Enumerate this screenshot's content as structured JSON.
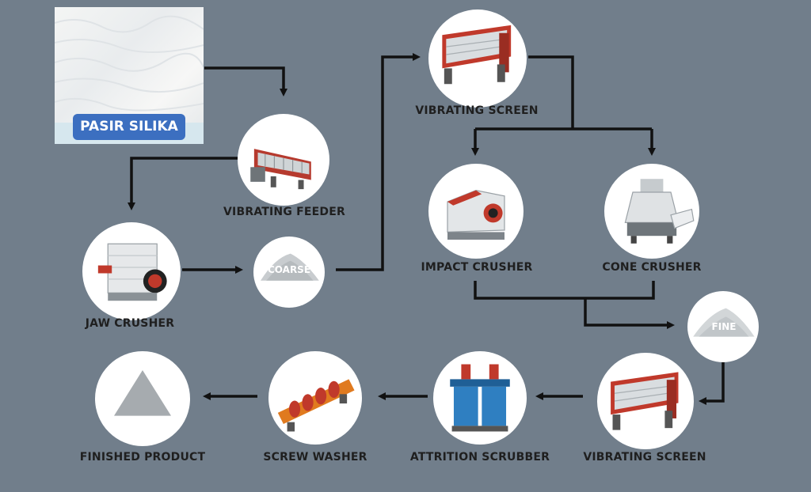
{
  "source": {
    "label": "PASIR SILIKA"
  },
  "nodes": {
    "vibrating_feeder": {
      "label": "VIBRATING FEEDER",
      "icon": "vibrating-feeder-machine"
    },
    "jaw_crusher": {
      "label": "JAW CRUSHER",
      "icon": "jaw-crusher-machine"
    },
    "coarse": {
      "label": "COARSE",
      "icon": "sand-pile"
    },
    "vibrating_screen_top": {
      "label": "VIBRATING SCREEN",
      "icon": "vibrating-screen-machine"
    },
    "impact_crusher": {
      "label": "IMPACT CRUSHER",
      "icon": "impact-crusher-machine"
    },
    "cone_crusher": {
      "label": "CONE CRUSHER",
      "icon": "cone-crusher-machine"
    },
    "fine": {
      "label": "FINE",
      "icon": "sand-pile"
    },
    "vibrating_screen_bottom": {
      "label": "VIBRATING SCREEN",
      "icon": "vibrating-screen-machine"
    },
    "attrition_scrubber": {
      "label": "ATTRITION SCRUBBER",
      "icon": "attrition-scrubber-machine"
    },
    "screw_washer": {
      "label": "SCREW WASHER",
      "icon": "screw-washer-machine"
    },
    "finished_product": {
      "label": "FINISHED PRODUCT",
      "icon": "triangle-pile"
    }
  },
  "colors": {
    "background": "#717e8b",
    "arrow": "#111111",
    "label_bg": "#3c6fc0",
    "machine_red": "#c0392b",
    "machine_blue": "#2f7fc1",
    "machine_orange": "#e07a1f"
  }
}
